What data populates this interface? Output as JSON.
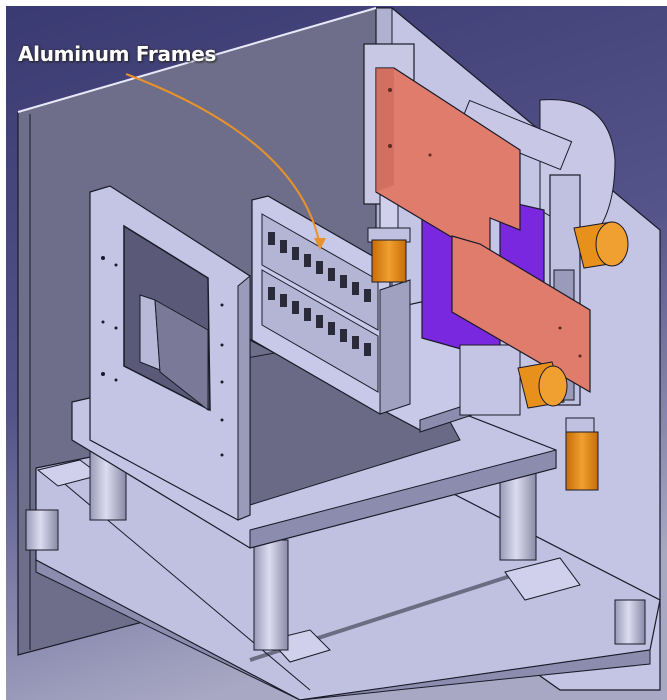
{
  "figure": {
    "type": "CAD isometric rendering",
    "callouts": [
      {
        "label": "Aluminum Frames",
        "target": "aluminum-frames-rack",
        "arrow_color": "#e8922a"
      }
    ]
  },
  "colors": {
    "background_top": "#3a3a72",
    "background_bottom": "#a8a8c4",
    "enclosure_panel": "#6e6e8a",
    "frame_metal": "#c4c4e4",
    "frame_shadow": "#8c8cae",
    "copper_plate": "#e07c6c",
    "violet_plate": "#7a28e0",
    "orange_cylinder": "#e8901c",
    "cyan_strip": "#40d0d0",
    "outline": "#1a1a28"
  },
  "components": [
    {
      "name": "enclosure back wall"
    },
    {
      "name": "enclosure right wall"
    },
    {
      "name": "front window frame"
    },
    {
      "name": "aluminum frames rack"
    },
    {
      "name": "upper copper plate"
    },
    {
      "name": "lower copper plate"
    },
    {
      "name": "violet mounting plate"
    },
    {
      "name": "linear actuators"
    },
    {
      "name": "orange motor cylinders"
    },
    {
      "name": "support posts"
    },
    {
      "name": "base plate"
    }
  ]
}
